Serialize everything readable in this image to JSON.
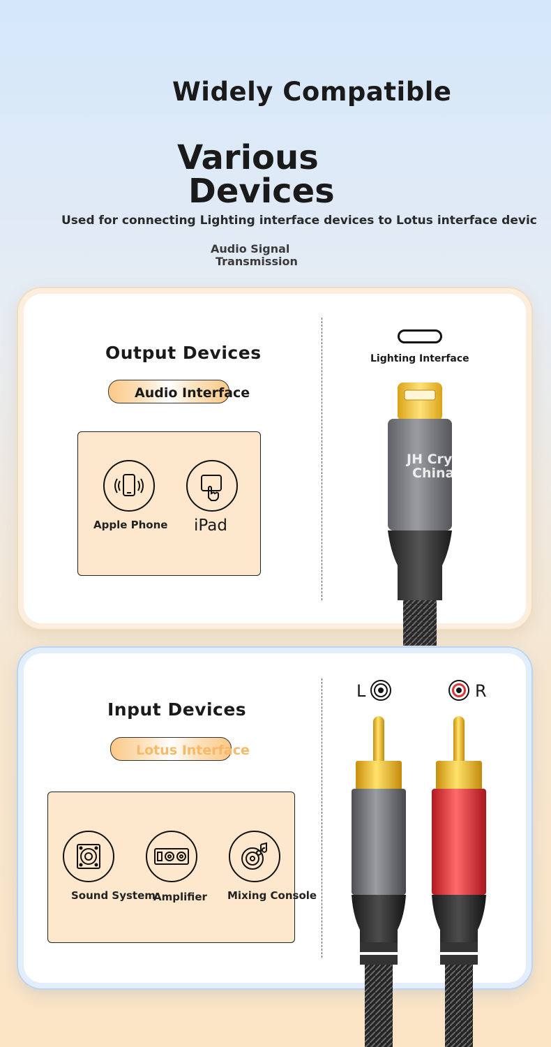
{
  "header": {
    "title": "Widely Compatible",
    "headline_line1": "Various",
    "headline_line2": "Devices",
    "subtitle": "Used for connecting Lighting interface devices to Lotus interface devic",
    "signal_line1": "Audio Signal",
    "signal_line2": "Transmission"
  },
  "output": {
    "title": "Output Devices",
    "pill": "Audio Interface",
    "devices": [
      {
        "label": "Apple Phone",
        "icon": "phone-icon"
      },
      {
        "label": "iPad",
        "icon": "ipad-touch-icon"
      }
    ],
    "connector_label": "Lighting Interface",
    "watermark_line1": "JH Crystal",
    "watermark_line2": "China"
  },
  "input": {
    "title": "Input Devices",
    "pill": "Lotus Interface",
    "devices": [
      {
        "label": "Sound System",
        "icon": "speaker-icon"
      },
      {
        "label": "Amplifier",
        "icon": "amplifier-icon"
      },
      {
        "label": "Mixing Console",
        "icon": "music-disc-icon"
      }
    ],
    "left_channel": "L",
    "right_channel": "R"
  },
  "colors": {
    "pill_orange": "#fbc987",
    "box_fill": "#fde8cd",
    "rca_red": "#e0333a",
    "gold": "#f2c12e"
  }
}
